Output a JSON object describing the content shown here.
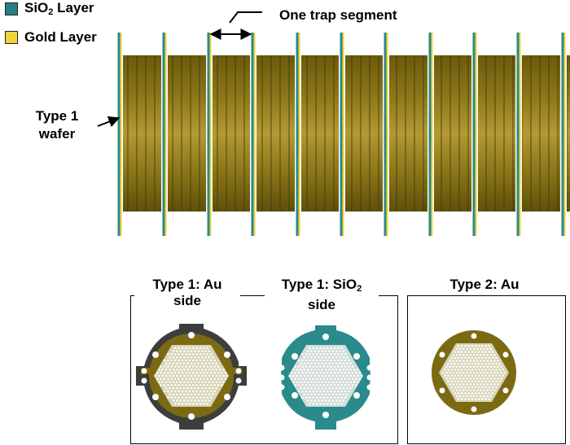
{
  "legend": {
    "items": [
      {
        "label": "SiO",
        "sub": "2",
        "suffix": " Layer",
        "color": "#2a7f86"
      },
      {
        "label": "Gold Layer",
        "sub": "",
        "suffix": "",
        "color": "#f2d33a"
      }
    ]
  },
  "annotations": {
    "segment": "One trap segment",
    "wafer_line1": "Type 1",
    "wafer_line2": "wafer"
  },
  "panels": [
    {
      "title": "Type 1: Au",
      "title2": "side",
      "sub": ""
    },
    {
      "title": "Type 1: SiO",
      "sub": "2",
      "title2": "side"
    },
    {
      "title": "Type 2: Au",
      "sub": "",
      "title2": ""
    }
  ],
  "colors": {
    "gold": "#7c6a12",
    "gold_light": "#a48c27",
    "sio2": "#2a8a8c",
    "dark": "#3a3a3a",
    "mesh": "#d8d4b8"
  }
}
